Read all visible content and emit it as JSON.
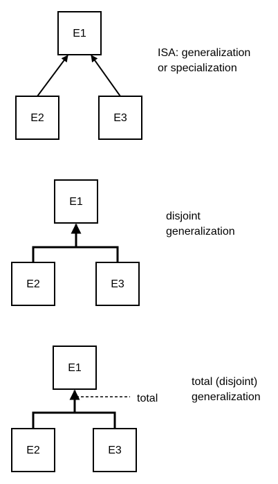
{
  "sections": [
    {
      "top": "E1",
      "left": "E2",
      "right": "E3",
      "description_line1": "ISA: generalization",
      "description_line2": "or specialization"
    },
    {
      "top": "E1",
      "left": "E2",
      "right": "E3",
      "description_line1": "disjoint",
      "description_line2": "generalization"
    },
    {
      "top": "E1",
      "left": "E2",
      "right": "E3",
      "constraint_label": "total",
      "description_line1": "total (disjoint)",
      "description_line2": "generalization"
    }
  ]
}
